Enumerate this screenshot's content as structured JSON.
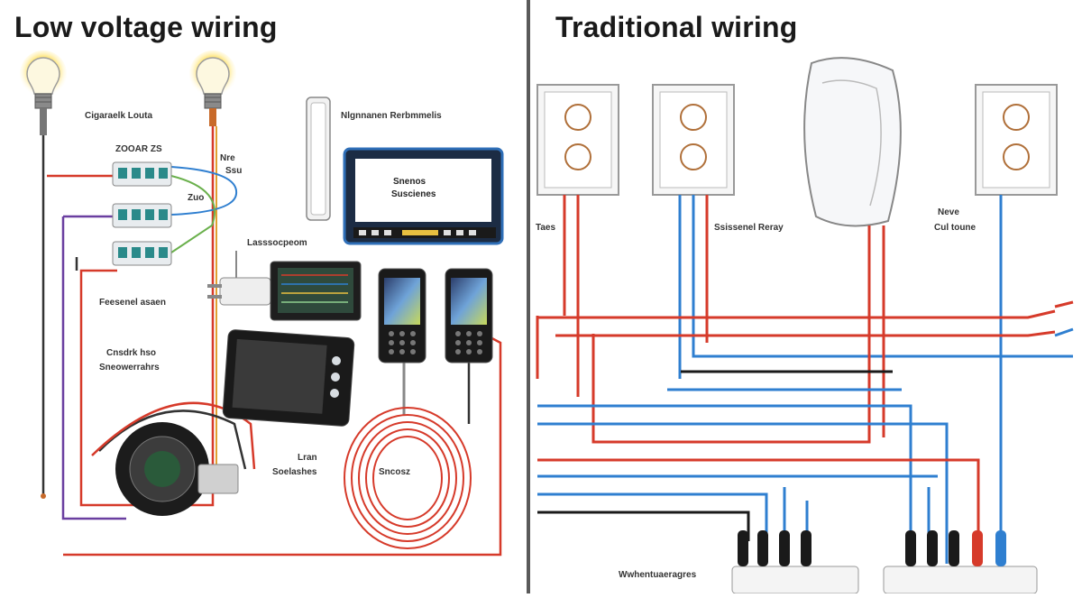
{
  "left_panel": {
    "title": "Low voltage wiring",
    "labels": {
      "bulb_label": "Cigaraelk Louta",
      "module_top": "ZOOAR ZS",
      "small_a": "Nre",
      "small_b": "Ssu",
      "small_c": "Zuo",
      "controller_label": "Nlgnnanen Rerbmmelis",
      "screen_line1": "Snenos",
      "screen_line2": "Suscienes",
      "board_label": "Lasssocpeom",
      "plug_label": "Feesenel asaen",
      "cam_line1": "Cnsdrk hso",
      "cam_line2": "Sneowerrahrs",
      "spool_label1": "Lran",
      "spool_label2": "Soelashes",
      "coil_label": "Sncosz"
    }
  },
  "right_panel": {
    "title": "Traditional wiring",
    "labels": {
      "left_label": "Taes",
      "mid_label": "Ssissenel Reray",
      "right_line1": "Neve",
      "right_line2": "Cul toune",
      "bottom_label": "Wwhentuaeragres"
    }
  },
  "colors": {
    "wire_red": "#d63a2a",
    "wire_blue": "#2f7fd0",
    "wire_black": "#1a1a1a",
    "wire_purple": "#6a3fa0",
    "divider": "#5a5a5a"
  }
}
